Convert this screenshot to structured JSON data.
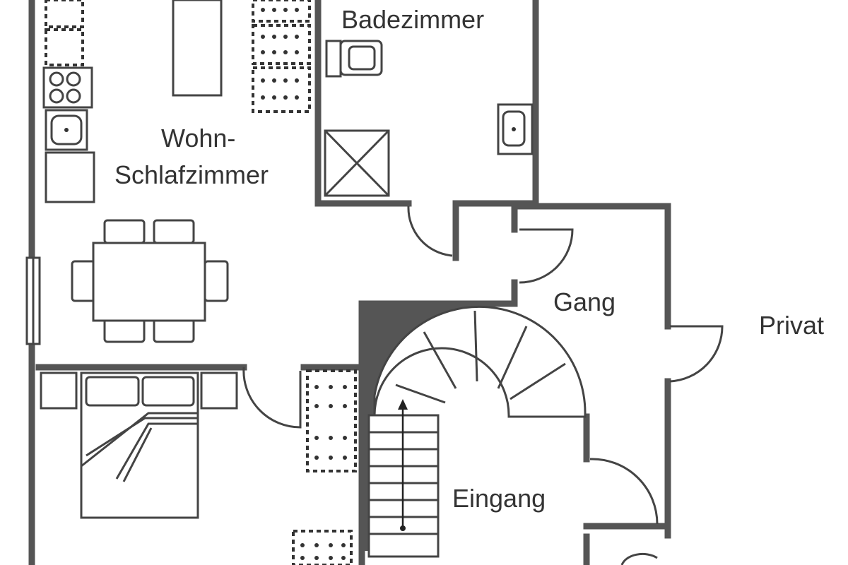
{
  "rooms": {
    "bathroom": "Badezimmer",
    "living_line1": "Wohn-",
    "living_line2": "Schlafzimmer",
    "hallway": "Gang",
    "private": "Privat",
    "entrance": "Eingang"
  },
  "colors": {
    "wall": "#555555",
    "line": "#444444",
    "background": "#ffffff",
    "stair_fill": "#555555"
  }
}
